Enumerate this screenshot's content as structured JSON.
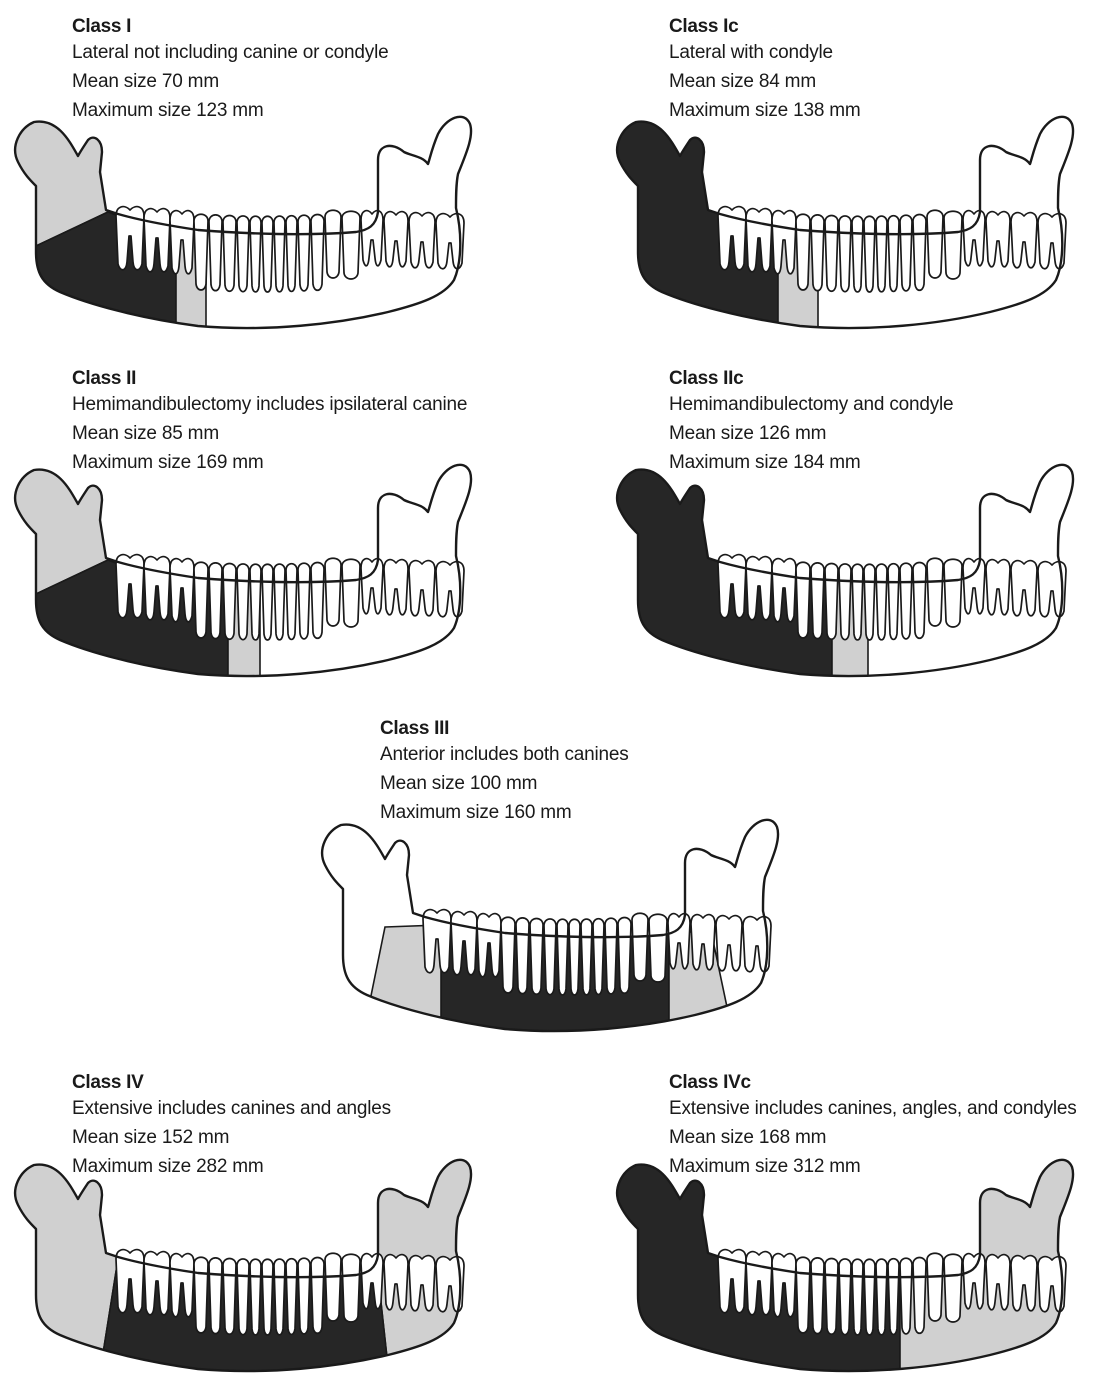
{
  "colors": {
    "resected": "#262626",
    "partial": "#d0d0d0",
    "bone": "#ffffff",
    "outline": "#1a1a1a"
  },
  "panels": [
    {
      "id": "class-1",
      "title": "Class I",
      "description": "Lateral not including canine or condyle",
      "mean": "Mean size 70 mm",
      "max": "Maximum size 123 mm",
      "shading": [
        {
          "region": "ramus",
          "fill": "partial"
        },
        {
          "region": "angle",
          "fill": "resected"
        },
        {
          "region": "canine-strip",
          "fill": "partial"
        }
      ]
    },
    {
      "id": "class-1c",
      "title": "Class Ic",
      "description": "Lateral with condyle",
      "mean": "Mean size 84 mm",
      "max": "Maximum size 138 mm",
      "shading": [
        {
          "region": "ramus-condyle",
          "fill": "resected"
        },
        {
          "region": "canine-strip",
          "fill": "partial"
        }
      ]
    },
    {
      "id": "class-2",
      "title": "Class II",
      "description": "Hemimandibulectomy includes ipsilateral canine",
      "mean": "Mean size 85 mm",
      "max": "Maximum size 169 mm",
      "shading": [
        {
          "region": "ramus",
          "fill": "partial"
        },
        {
          "region": "body-to-canine",
          "fill": "resected"
        },
        {
          "region": "incisor-strip",
          "fill": "partial"
        }
      ]
    },
    {
      "id": "class-2c",
      "title": "Class IIc",
      "description": "Hemimandibulectomy and condyle",
      "mean": "Mean size 126 mm",
      "max": "Maximum size 184 mm",
      "shading": [
        {
          "region": "ramus-condyle-body",
          "fill": "resected"
        },
        {
          "region": "incisor-strip",
          "fill": "partial"
        }
      ]
    },
    {
      "id": "class-3",
      "title": "Class III",
      "description": "Anterior includes both canines",
      "mean": "Mean size 100 mm",
      "max": "Maximum size 160 mm",
      "shading": [
        {
          "region": "anterior",
          "fill": "resected"
        },
        {
          "region": "para-anterior",
          "fill": "partial"
        }
      ]
    },
    {
      "id": "class-4",
      "title": "Class IV",
      "description": "Extensive includes canines and angles",
      "mean": "Mean size 152 mm",
      "max": "Maximum size 282 mm",
      "shading": [
        {
          "region": "both-rami",
          "fill": "partial"
        },
        {
          "region": "body",
          "fill": "resected"
        }
      ]
    },
    {
      "id": "class-4c",
      "title": "Class IVc",
      "description": "Extensive includes canines, angles, and condyles",
      "mean": "Mean size 168 mm",
      "max": "Maximum size 312 mm",
      "shading": [
        {
          "region": "left-ramus-condyle-body",
          "fill": "resected"
        },
        {
          "region": "right-body-ramus",
          "fill": "partial"
        }
      ]
    }
  ]
}
